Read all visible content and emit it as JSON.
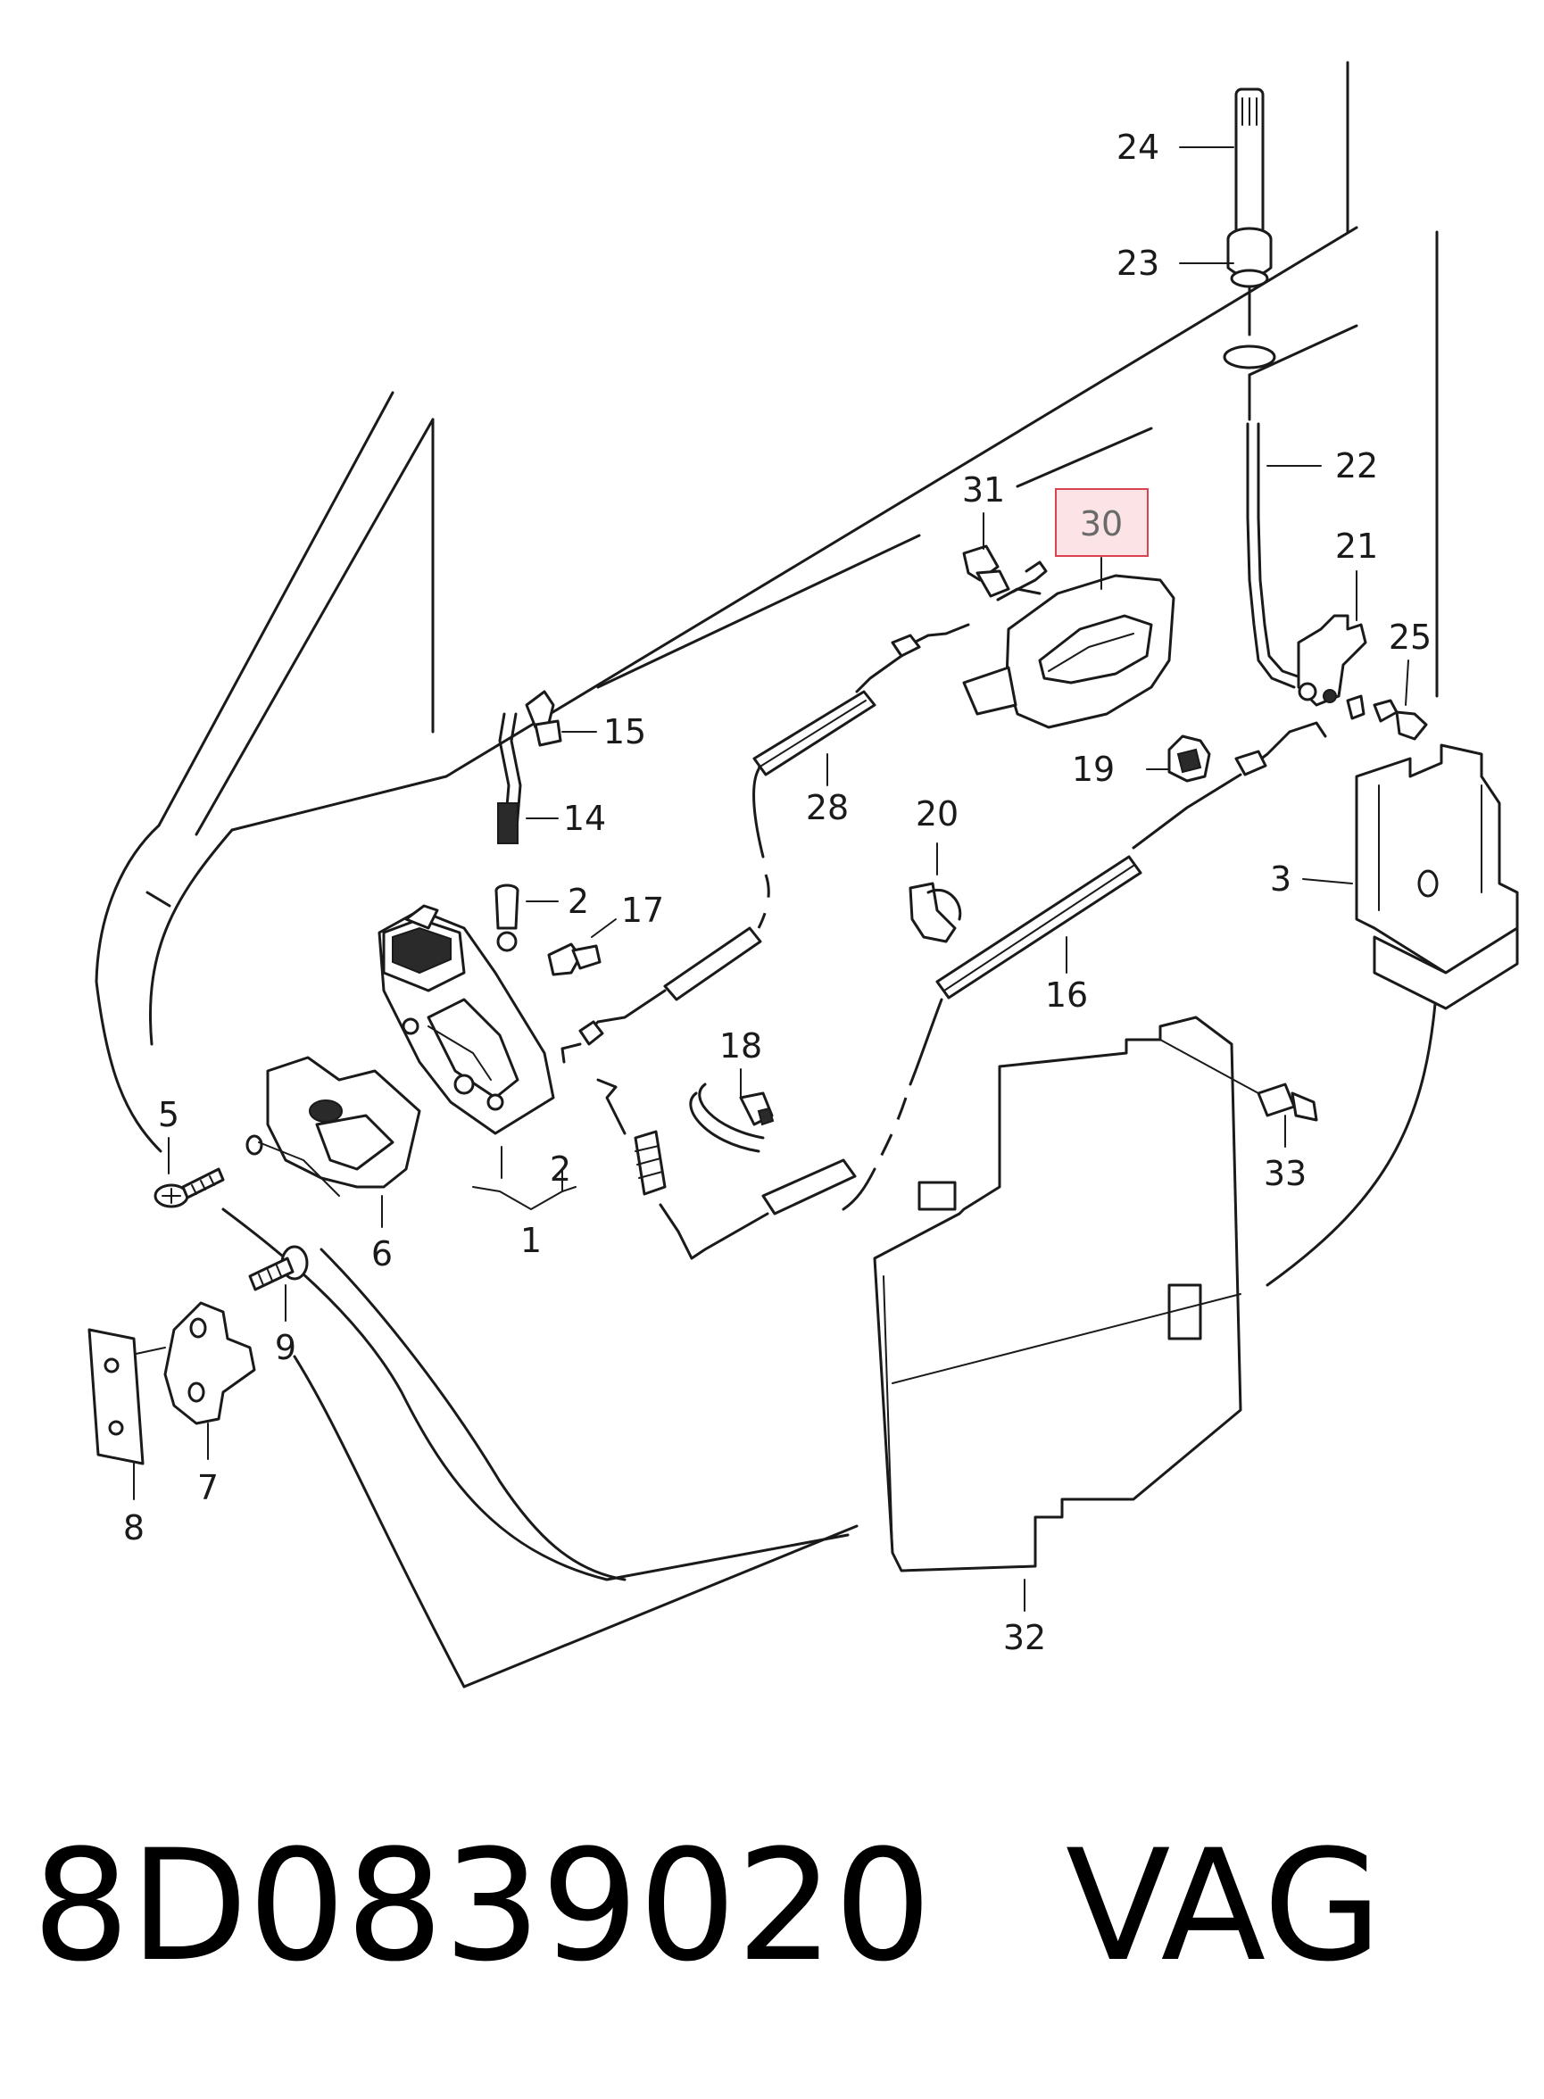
{
  "diagram": {
    "callouts": [
      {
        "id": "24",
        "label": "24"
      },
      {
        "id": "23",
        "label": "23"
      },
      {
        "id": "22",
        "label": "22"
      },
      {
        "id": "21",
        "label": "21"
      },
      {
        "id": "25",
        "label": "25"
      },
      {
        "id": "31",
        "label": "31"
      },
      {
        "id": "30",
        "label": "30",
        "highlighted": true
      },
      {
        "id": "15",
        "label": "15"
      },
      {
        "id": "14",
        "label": "14"
      },
      {
        "id": "28",
        "label": "28"
      },
      {
        "id": "20",
        "label": "20"
      },
      {
        "id": "19",
        "label": "19"
      },
      {
        "id": "3",
        "label": "3"
      },
      {
        "id": "2a",
        "label": "2"
      },
      {
        "id": "17",
        "label": "17"
      },
      {
        "id": "16",
        "label": "16"
      },
      {
        "id": "18",
        "label": "18"
      },
      {
        "id": "5",
        "label": "5"
      },
      {
        "id": "2b",
        "label": "2"
      },
      {
        "id": "1",
        "label": "1"
      },
      {
        "id": "6",
        "label": "6"
      },
      {
        "id": "33",
        "label": "33"
      },
      {
        "id": "9",
        "label": "9"
      },
      {
        "id": "7",
        "label": "7"
      },
      {
        "id": "8",
        "label": "8"
      },
      {
        "id": "32",
        "label": "32"
      }
    ],
    "highlight_color": "#d9434f"
  },
  "caption": {
    "part_number": "8D0839020",
    "brand": "VAG"
  }
}
